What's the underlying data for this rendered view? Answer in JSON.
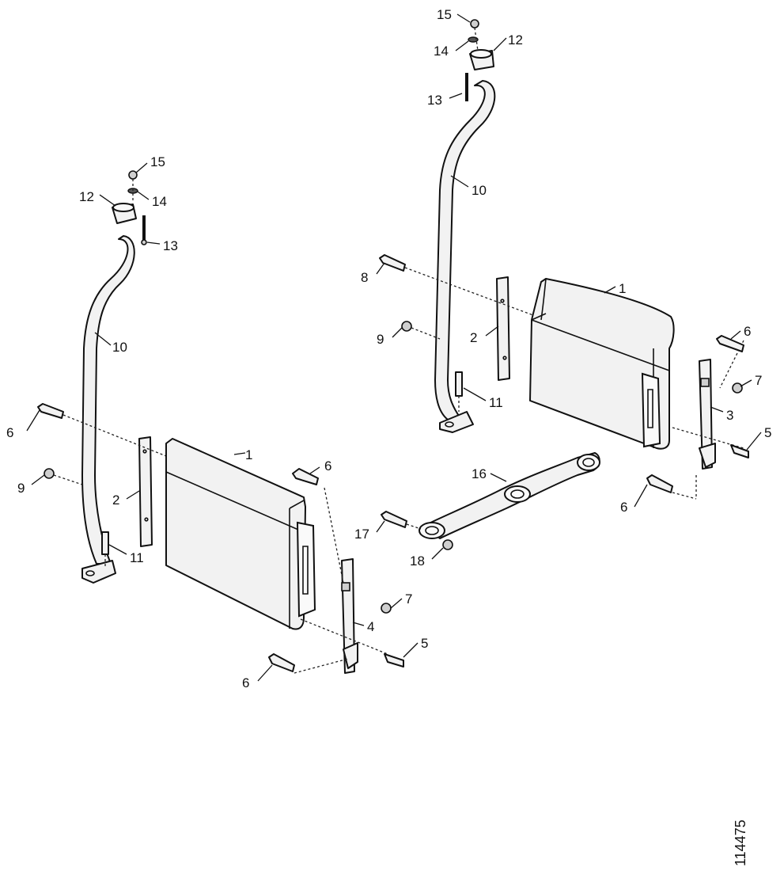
{
  "figure_number": "114475",
  "callouts": {
    "left_assembly": {
      "c1": "1",
      "c2": "2",
      "c4": "4",
      "c5": "5",
      "c6a": "6",
      "c6b": "6",
      "c6c": "6",
      "c7": "7",
      "c9": "9",
      "c10": "10",
      "c11": "11",
      "c12": "12",
      "c13": "13",
      "c14": "14",
      "c15": "15"
    },
    "right_assembly": {
      "c1": "1",
      "c2": "2",
      "c3": "3",
      "c5": "5",
      "c6a": "6",
      "c6b": "6",
      "c7": "7",
      "c8": "8",
      "c9": "9",
      "c10": "10",
      "c11": "11",
      "c12": "12",
      "c13": "13",
      "c14": "14",
      "c15": "15"
    },
    "center_bar": {
      "c16": "16",
      "c17": "17",
      "c18": "18"
    }
  }
}
